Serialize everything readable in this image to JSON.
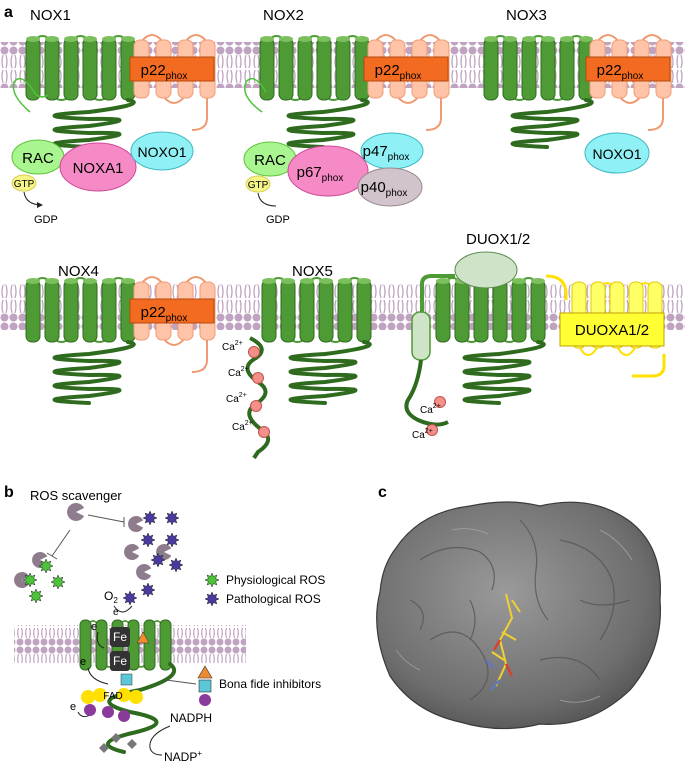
{
  "panels": {
    "a": "a",
    "b": "b",
    "c": "c"
  },
  "nox": {
    "nox1": "NOX1",
    "nox2": "NOX2",
    "nox3": "NOX3",
    "nox4": "NOX4",
    "nox5": "NOX5",
    "duox": "DUOX1/2"
  },
  "proteins": {
    "p22_main": "p22",
    "phox": "phox",
    "rac": "RAC",
    "noxa1": "NOXA1",
    "noxo1": "NOXO1",
    "gtp": "GTP",
    "gdp": "GDP",
    "p67_main": "p67",
    "p47_main": "p47",
    "p40_main": "p40",
    "duoxa": "DUOXA1/2"
  },
  "calcium": {
    "base": "Ca",
    "charge": "2+"
  },
  "panel_b": {
    "scavenger": "ROS scavenger",
    "physiological": "Physiological ROS",
    "pathological": "Pathological ROS",
    "inhibitors": "Bona fide inhibitors",
    "o2_base": "O",
    "o2_sub": "2",
    "electron": "e",
    "fe": "Fe",
    "fad": "FAD",
    "nadph": "NADPH",
    "nadp_base": "NADP",
    "nadp_sup": "+"
  },
  "colors": {
    "helix": "#4e9a34",
    "helix_dark": "#2f6b1e",
    "p22_fill": "#ffc4a8",
    "p22_stroke": "#f09a72",
    "phox_box": "#f26b21",
    "membrane": "#bfa3c1",
    "membrane_bg": "#e6d9e6",
    "rac": "#a9f58f",
    "noxa1": "#f58ac6",
    "noxo1": "#8ff0f5",
    "gtp": "#f6f58a",
    "p40": "#d2c4cc",
    "duoxa": "#ffff33",
    "duoxa_stroke": "#e6c800",
    "peroxidase": "#cfe3c8",
    "calcium": "#f4908a",
    "physiological_ros": "#4ec23a",
    "pathological_ros": "#4a3a9e",
    "scavenger": "#8c7c8c",
    "fe_box": "#333333",
    "fad": "#ffe000",
    "protein_surface": "#7a7a7a"
  }
}
